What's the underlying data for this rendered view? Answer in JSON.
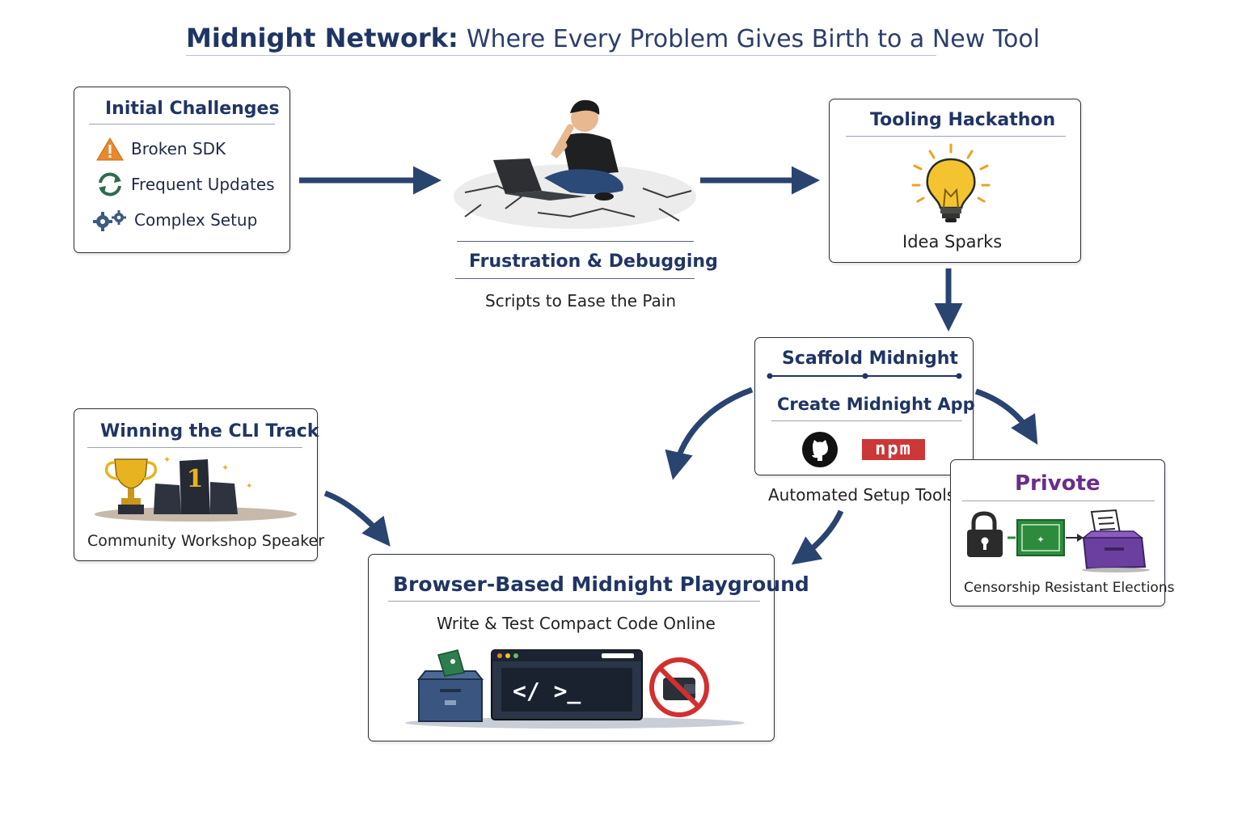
{
  "title": {
    "bold": "Midnight Network:",
    "rest": "Where Every Problem Gives Birth to a New Tool"
  },
  "initial_challenges": {
    "title": "Initial Challenges",
    "items": [
      {
        "icon": "warning-icon",
        "label": "Broken SDK"
      },
      {
        "icon": "refresh-icon",
        "label": "Frequent Updates"
      },
      {
        "icon": "gears-icon",
        "label": "Complex Setup"
      }
    ]
  },
  "frustration": {
    "title": "Frustration & Debugging",
    "subtitle": "Scripts to Ease the Pain"
  },
  "hackathon": {
    "title": "Tooling Hackathon",
    "caption": "Idea Sparks"
  },
  "scaffold": {
    "title": "Scaffold Midnight",
    "subtitle": "Create Midnight App",
    "npm_label": "npm",
    "caption": "Automated Setup Tools"
  },
  "cli_track": {
    "title": "Winning the CLI Track",
    "podium_number": "1",
    "caption": "Community Workshop Speaker"
  },
  "privote": {
    "title": "Privote",
    "caption": "Censorship Resistant Elections"
  },
  "playground": {
    "title": "Browser-Based Midnight Playground",
    "subtitle": "Write & Test Compact Code Online",
    "code_prompt": "</ >_"
  },
  "colors": {
    "navy": "#1f3564",
    "arrow": "#2a4470",
    "warning": "#e8892b",
    "refresh": "#2f6b4f",
    "bulb": "#f4c430",
    "npm": "#cb3837",
    "privote_purple": "#6b2d8a",
    "green": "#2e8b3e",
    "ban_red": "#d32f2f"
  }
}
